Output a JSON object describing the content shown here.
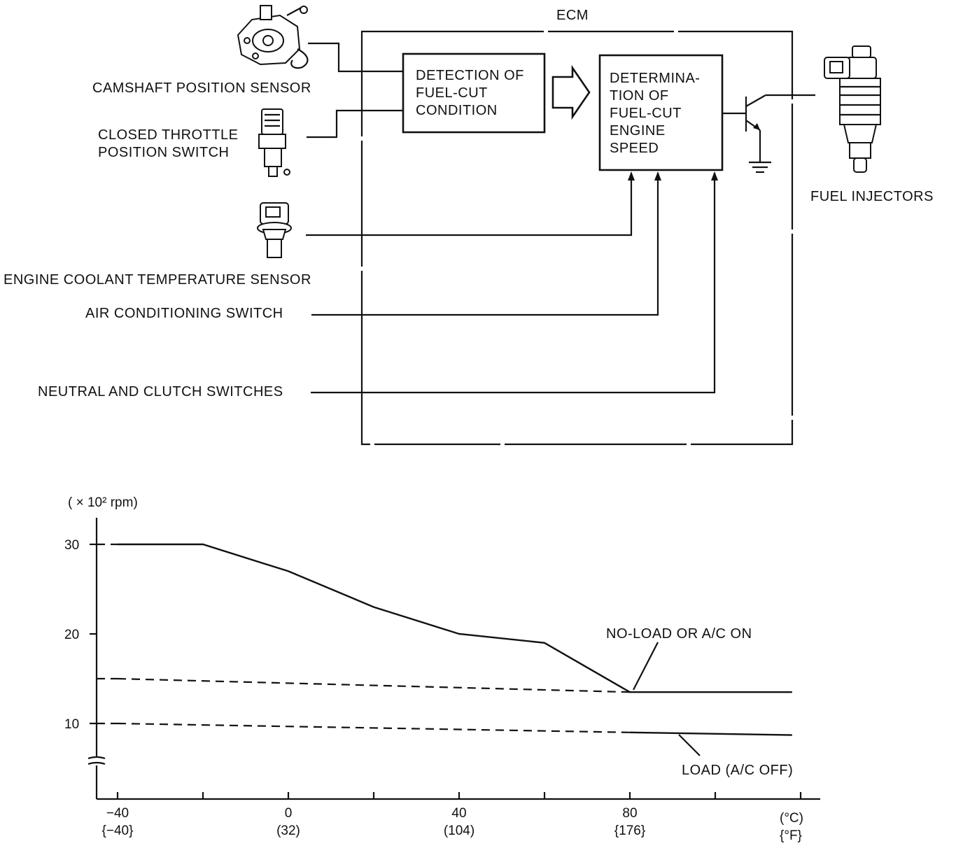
{
  "diagram": {
    "ecm_label": "ECM",
    "detection_box": [
      "DETECTION OF",
      "FUEL-CUT",
      "CONDITION"
    ],
    "determination_box": [
      "DETERMINA-",
      "TION OF",
      "FUEL-CUT",
      "ENGINE",
      "SPEED"
    ],
    "inputs": {
      "camshaft": "CAMSHAFT POSITION SENSOR",
      "throttle_line1": "CLOSED THROTTLE",
      "throttle_line2": "POSITION SWITCH",
      "coolant": "ENGINE COOLANT TEMPERATURE SENSOR",
      "ac_switch": "AIR CONDITIONING SWITCH",
      "neutral_clutch": "NEUTRAL AND CLUTCH SWITCHES"
    },
    "output": "FUEL INJECTORS"
  },
  "chart_data": {
    "type": "line",
    "ylabel": "( × 10² rpm)",
    "y_ticks": [
      "30",
      "20",
      "10"
    ],
    "x_ticks_c": [
      "−40",
      "0",
      "40",
      "80"
    ],
    "x_ticks_f": [
      "{−40}",
      "(32)",
      "(104)",
      "{176}"
    ],
    "x_unit_c": "(°C)",
    "x_unit_f": "{°F}",
    "series": [
      {
        "name": "NO-LOAD OR A/C ON",
        "style": "solid",
        "points": [
          [
            -40,
            30
          ],
          [
            -20,
            30
          ],
          [
            0,
            27
          ],
          [
            20,
            23
          ],
          [
            40,
            20
          ],
          [
            60,
            19
          ],
          [
            80,
            13.5
          ],
          [
            118,
            13.5
          ]
        ]
      },
      {
        "name": "LOAD (A/C OFF)",
        "style": "solid",
        "points": [
          [
            80,
            9
          ],
          [
            118,
            8.7
          ]
        ]
      },
      {
        "name": "",
        "style": "dashed",
        "points": [
          [
            -40,
            15
          ],
          [
            80,
            13.5
          ]
        ]
      },
      {
        "name": "",
        "style": "dashed",
        "points": [
          [
            -40,
            10
          ],
          [
            80,
            9
          ]
        ]
      }
    ]
  }
}
